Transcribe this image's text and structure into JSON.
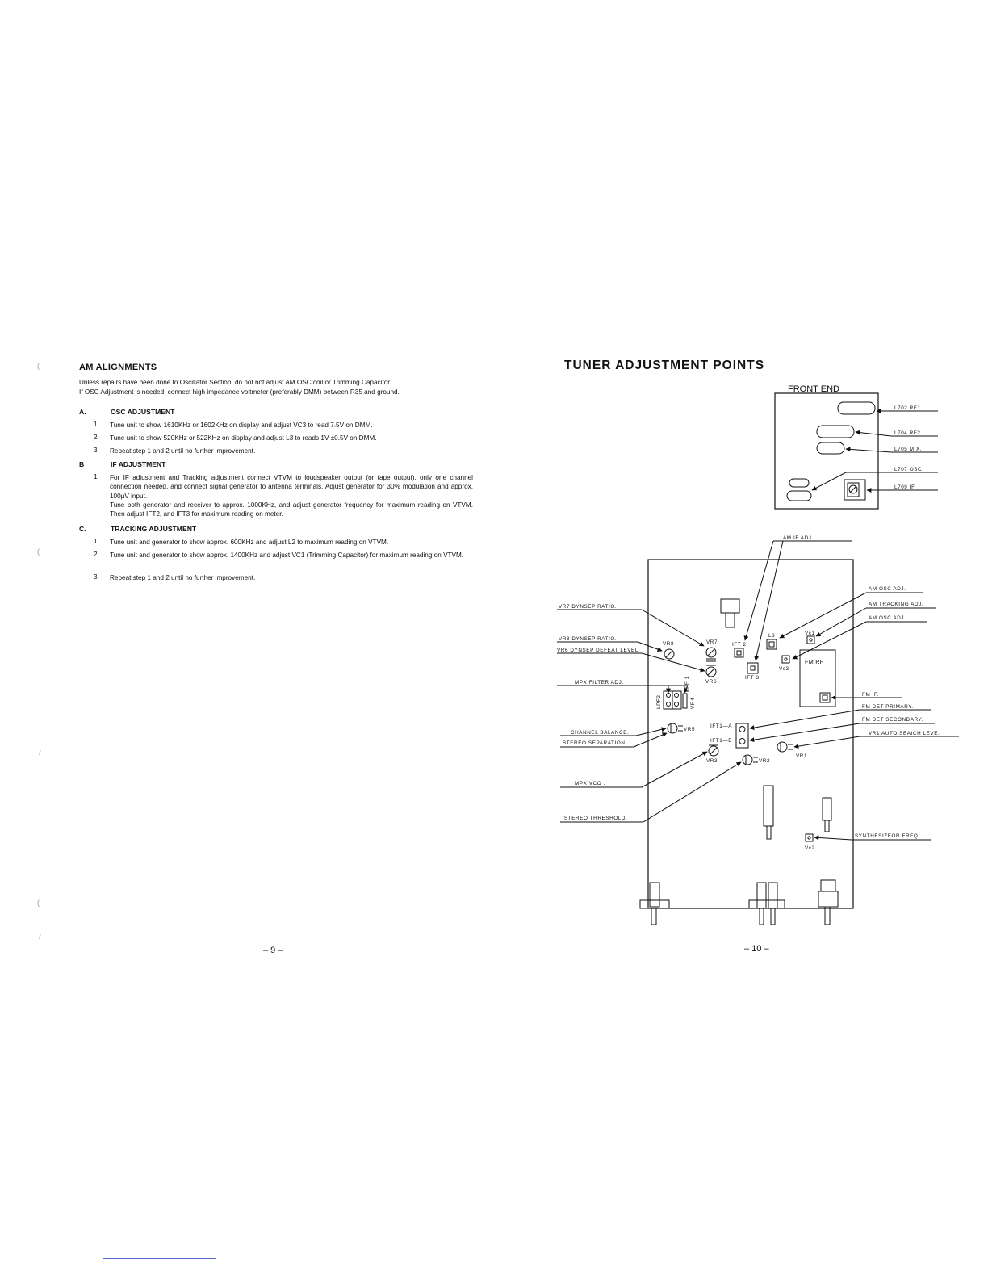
{
  "left_page": {
    "title": "AM ALIGNMENTS",
    "intro_line1": "Unless repairs have been done to Oscillator Section, do not not adjust AM OSC coil or Trimming Capacitor.",
    "intro_line2": "If OSC Adjustment is needed, connect high impedance voltmeter (preferably DMM) between R35 and ground.",
    "sections": [
      {
        "letter": "A.",
        "title": "OSC ADJUSTMENT",
        "steps": [
          {
            "num": "1.",
            "text": "Tune unit to show 1610KHz or 1602KHz on display and adjust VC3 to read 7.5V on DMM."
          },
          {
            "num": "2.",
            "text": "Tune unit to show 520KHz or 522KHz on display and adjust L3 to reads 1V ±0.5V on DMM."
          },
          {
            "num": "3.",
            "text": "Repeat step 1 and 2 until no further improvement."
          }
        ]
      },
      {
        "letter": "B",
        "title": "IF ADJUSTMENT",
        "steps": [
          {
            "num": "1.",
            "text": "For IF adjustment and Tracking adjustment connect VTVM to loudspeaker output (or tape output), only one channel connection needed, and connect signal generator to antenna terminals. Adjust generator for 30% modulation and approx. 100µV input.",
            "text2": "Tune both generator and receiver to approx. 1000KHz, and adjust generator frequency for maximum reading on VTVM. Then adjust IFT2, and IFT3 for maximum reading on meter."
          }
        ]
      },
      {
        "letter": "C.",
        "title": "TRACKING ADJUSTMENT",
        "steps": [
          {
            "num": "1.",
            "text": "Tune unit and generator to show approx. 600KHz and adjust L2 to maximum reading on VTVM."
          },
          {
            "num": "2.",
            "text": "Tune unit and generator to show approx. 1400KHz and adjust VC1 (Trimming Capacitor) for maximum reading on VTVM."
          },
          {
            "num": "3.",
            "text": "Repeat step 1 and 2 until no further improvement."
          }
        ]
      }
    ],
    "page_number": "– 9 –"
  },
  "right_page": {
    "title": "TUNER ADJUSTMENT POINTS",
    "front_end": {
      "title": "FRONT   END",
      "labels": [
        "L702  RF1.",
        "L704  RF2",
        "L705  MIX.",
        "L707  OSC.",
        "L709  IF"
      ]
    },
    "diagram": {
      "top_label": "AM  IF  ADJ.",
      "left_labels": [
        "VR7  DYNSEP  RATIO.",
        "VR8  DYNSEP  RATIO.",
        "VR6 DYNSEP  DEFEAT  LEVEL",
        "MPX  FILTER  ADJ.",
        "CHANNEL  BALANCE.",
        "STEREO  SEPARATION",
        "MPX  VCO .",
        "STEREO  THRESHOLD."
      ],
      "right_labels": [
        "AM  OSC  ADJ.",
        "AM  TRACKING  ADJ.",
        "AM  OSC  ADJ.",
        "FM  IF.",
        "FM DET  PRIMARY.",
        "FM DET SECONDARY.",
        "VR1  AUTO  SEAICH LEVE.",
        "SYNTHESIZEOR  FREQ"
      ],
      "components": {
        "vr8": "VR8",
        "vr7": "VR7",
        "vr6": "VR6",
        "ift2": "IFT 2",
        "ift3": "IFT 3",
        "l3": "L3",
        "vc1": "Vc1",
        "vc3": "Vc3",
        "fm_rf": "FM RF",
        "lpf2": "LPF2",
        "lpf1": "LPF 1",
        "vr4": "VR4",
        "vr5": "VR5",
        "ift1a": "IFT1—A",
        "ift1b": "IFT1—B",
        "vr3": "VR3",
        "vr2": "VR2",
        "vr1": "VR1",
        "vc2": "Vc2"
      }
    },
    "page_number": "– 10 –"
  }
}
